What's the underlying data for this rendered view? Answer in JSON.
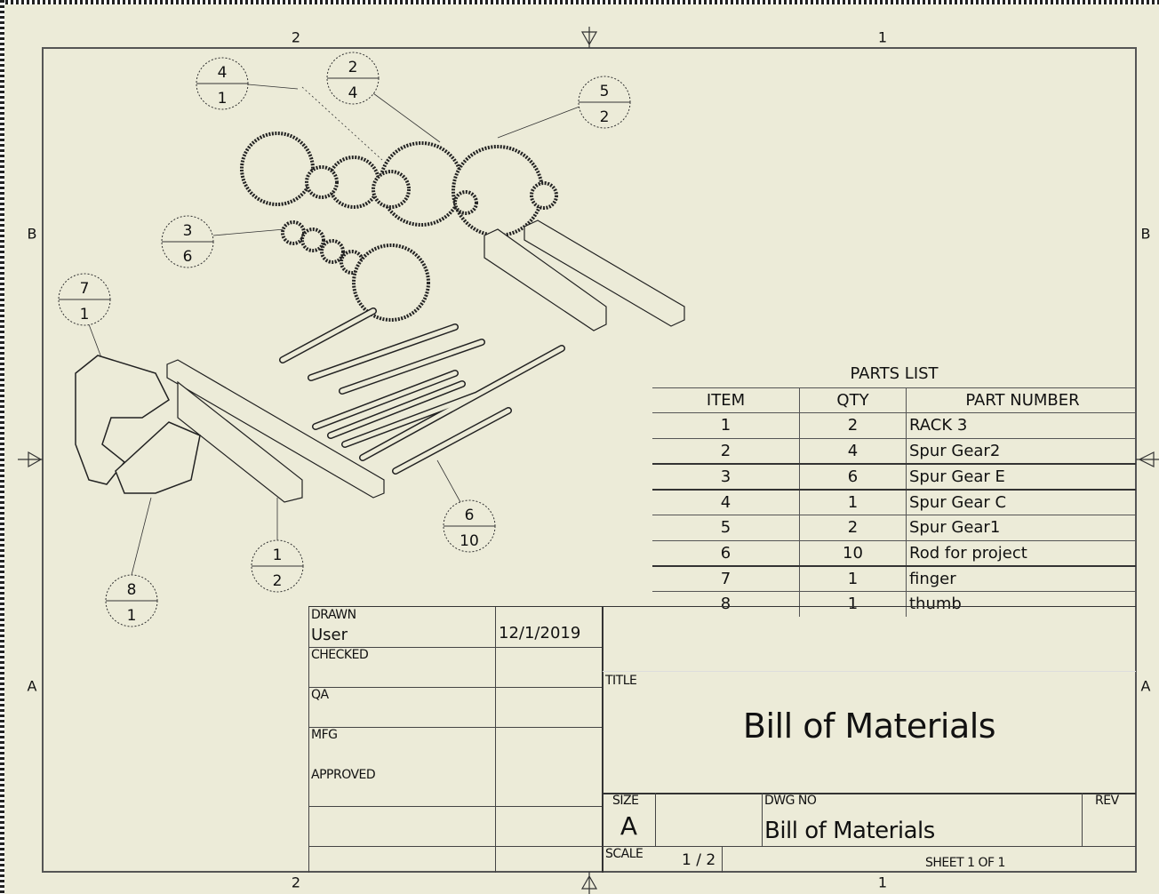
{
  "zones": {
    "top_left": "2",
    "top_right": "1",
    "bottom_left": "2",
    "bottom_right": "1",
    "left_upper": "B",
    "left_lower": "A",
    "right_upper": "B",
    "right_lower": "A"
  },
  "balloons": [
    {
      "item": "4",
      "qty": "1"
    },
    {
      "item": "2",
      "qty": "4"
    },
    {
      "item": "5",
      "qty": "2"
    },
    {
      "item": "3",
      "qty": "6"
    },
    {
      "item": "7",
      "qty": "1"
    },
    {
      "item": "6",
      "qty": "10"
    },
    {
      "item": "1",
      "qty": "2"
    },
    {
      "item": "8",
      "qty": "1"
    }
  ],
  "parts_list": {
    "title": "PARTS LIST",
    "headers": [
      "ITEM",
      "QTY",
      "PART NUMBER"
    ],
    "rows": [
      [
        "1",
        "2",
        "RACK 3"
      ],
      [
        "2",
        "4",
        "Spur Gear2"
      ],
      [
        "3",
        "6",
        "Spur Gear E"
      ],
      [
        "4",
        "1",
        "Spur Gear C"
      ],
      [
        "5",
        "2",
        "Spur Gear1"
      ],
      [
        "6",
        "10",
        "Rod for project"
      ],
      [
        "7",
        "1",
        "finger"
      ],
      [
        "8",
        "1",
        "thumb"
      ]
    ]
  },
  "title_block": {
    "drawn_label": "DRAWN",
    "drawn_by": "User",
    "drawn_date": "12/1/2019",
    "checked_label": "CHECKED",
    "qa_label": "QA",
    "mfg_label": "MFG",
    "approved_label": "APPROVED",
    "title_label": "TITLE",
    "title": "Bill of Materials",
    "size_label": "SIZE",
    "size": "A",
    "dwg_no_label": "DWG NO",
    "dwg_no": "Bill of Materials",
    "rev_label": "REV",
    "scale_label": "SCALE",
    "scale": "1 / 2",
    "sheet": "SHEET 1  OF 1"
  }
}
